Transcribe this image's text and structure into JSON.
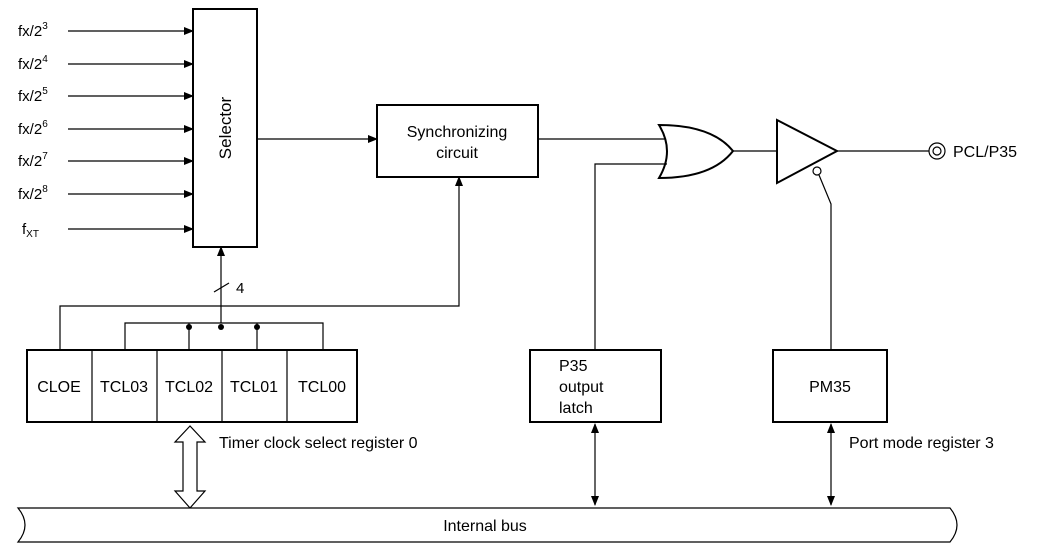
{
  "inputs": [
    {
      "base": "fx/2",
      "sup": "3"
    },
    {
      "base": "fx/2",
      "sup": "4"
    },
    {
      "base": "fx/2",
      "sup": "5"
    },
    {
      "base": "fx/2",
      "sup": "6"
    },
    {
      "base": "fx/2",
      "sup": "7"
    },
    {
      "base": "fx/2",
      "sup": "8"
    },
    {
      "base": "f",
      "sub": "XT"
    }
  ],
  "selector_label": "Selector",
  "sync_label": [
    "Synchronizing",
    "circuit"
  ],
  "bus_width_label": "4",
  "register_cells": [
    "CLOE",
    "TCL03",
    "TCL02",
    "TCL01",
    "TCL00"
  ],
  "register_label": "Timer clock select register 0",
  "p35_label": [
    "P35",
    "output",
    "latch"
  ],
  "pm35_label": "PM35",
  "port_mode_label": "Port mode register 3",
  "output_pin_label": "PCL/P35",
  "bus_label": "Internal bus"
}
